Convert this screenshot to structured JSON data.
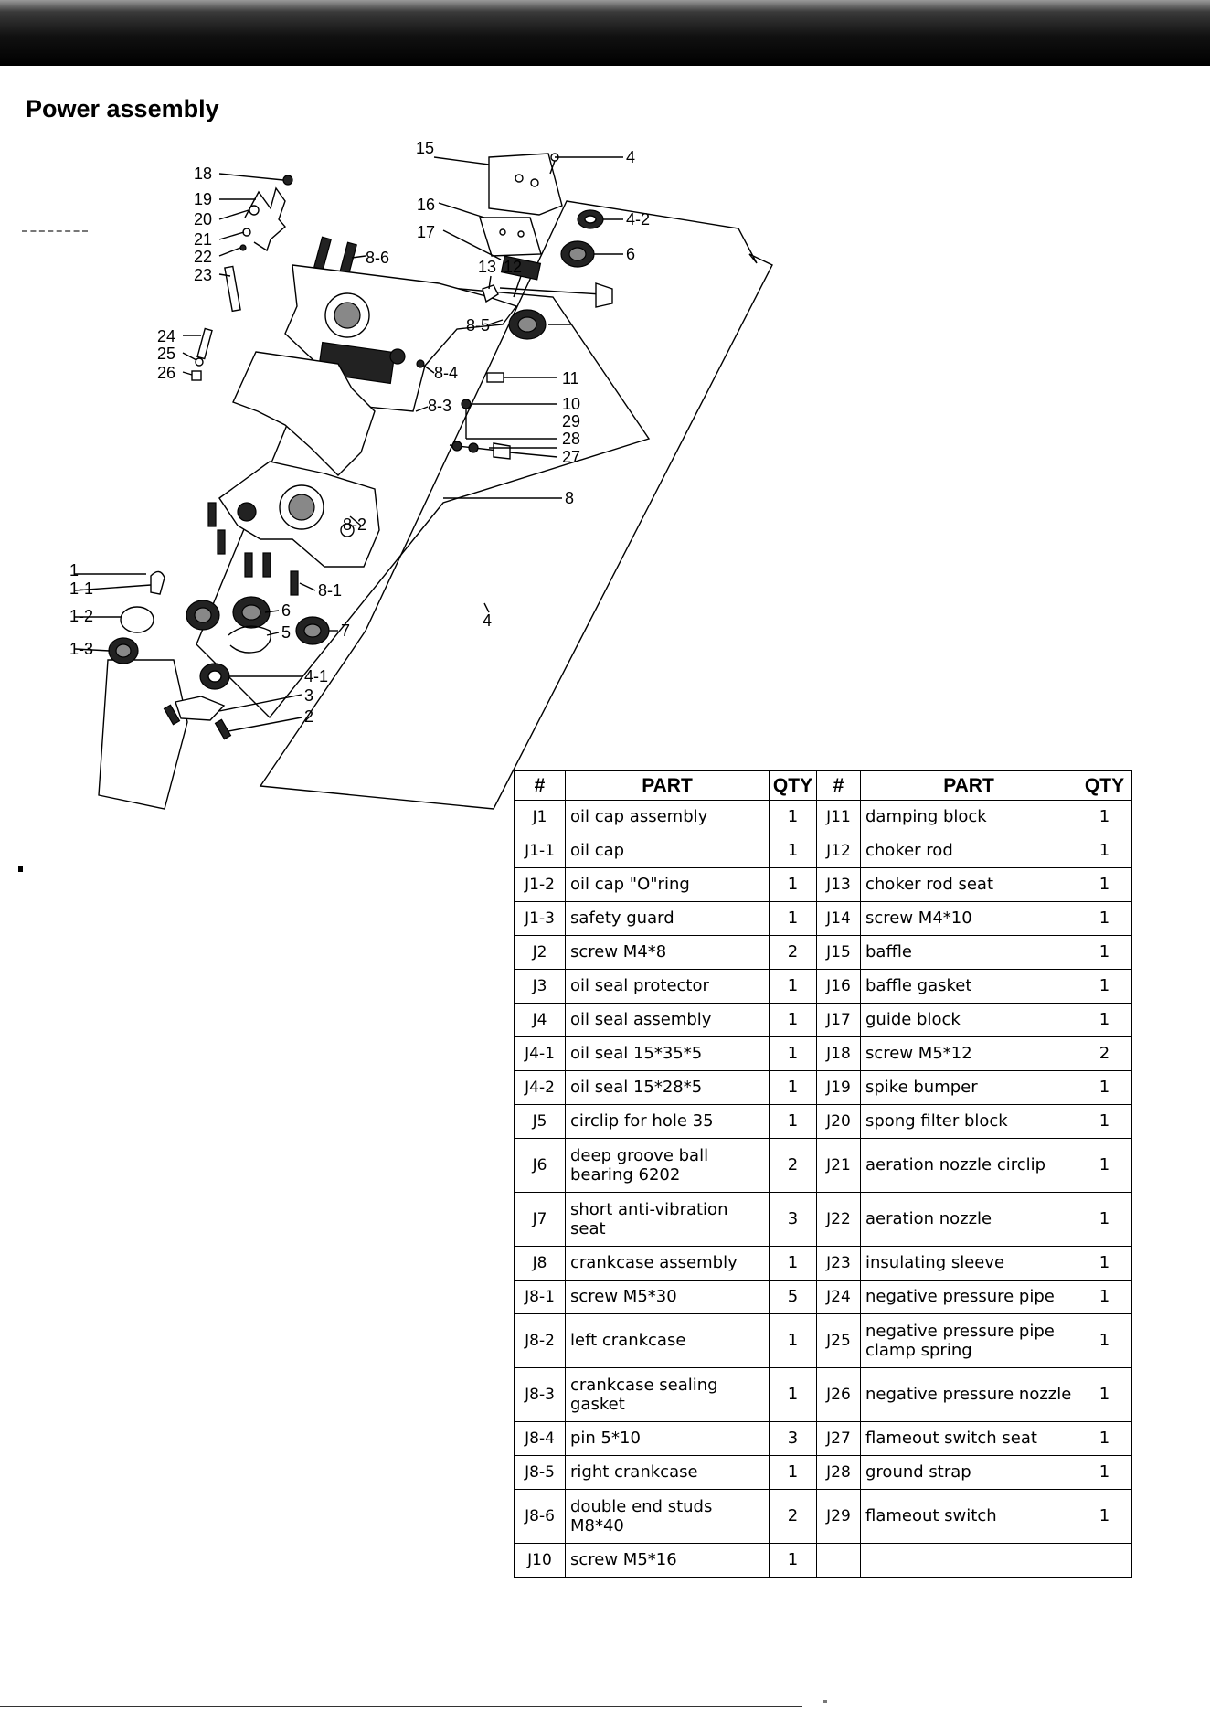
{
  "page": {
    "title": "Power assembly"
  },
  "diagram": {
    "labels": [
      "15",
      "4",
      "16",
      "4-2",
      "6",
      "18",
      "19",
      "20",
      "21",
      "22",
      "17",
      "8-6",
      "23",
      "13",
      "12",
      "8-5",
      "24",
      "25",
      "26",
      "8-4",
      "11",
      "8-3",
      "10",
      "29",
      "28",
      "27",
      "8",
      "8-2",
      "1",
      "1-1",
      "1-2",
      "1-3",
      "8-1",
      "6",
      "5",
      "7",
      "4",
      "4-1",
      "3",
      "2"
    ]
  },
  "parts_table": {
    "headers": [
      "#",
      "PART",
      "QTY",
      "#",
      "PART",
      "QTY"
    ],
    "rows": [
      [
        "J1",
        "oil cap assembly",
        "1",
        "J11",
        "damping block",
        "1"
      ],
      [
        "J1-1",
        "oil cap",
        "1",
        "J12",
        "choker rod",
        "1"
      ],
      [
        "J1-2",
        "oil cap \"O\"ring",
        "1",
        "J13",
        "choker rod seat",
        "1"
      ],
      [
        "J1-3",
        "safety guard",
        "1",
        "J14",
        "screw M4*10",
        "1"
      ],
      [
        "J2",
        "screw M4*8",
        "2",
        "J15",
        "baffle",
        "1"
      ],
      [
        "J3",
        "oil seal protector",
        "1",
        "J16",
        "baffle gasket",
        "1"
      ],
      [
        "J4",
        "oil seal assembly",
        "1",
        "J17",
        "guide block",
        "1"
      ],
      [
        "J4-1",
        "oil seal 15*35*5",
        "1",
        "J18",
        "screw M5*12",
        "2"
      ],
      [
        "J4-2",
        "oil seal 15*28*5",
        "1",
        "J19",
        "spike bumper",
        "1"
      ],
      [
        "J5",
        "circlip for hole 35",
        "1",
        "J20",
        "spong filter block",
        "1"
      ],
      [
        "J6",
        "deep groove ball bearing 6202",
        "2",
        "J21",
        "aeration nozzle circlip",
        "1"
      ],
      [
        "J7",
        "short anti-vibration seat",
        "3",
        "J22",
        "aeration nozzle",
        "1"
      ],
      [
        "J8",
        "crankcase assembly",
        "1",
        "J23",
        "insulating sleeve",
        "1"
      ],
      [
        "J8-1",
        "screw M5*30",
        "5",
        "J24",
        "negative pressure pipe",
        "1"
      ],
      [
        "J8-2",
        "left crankcase",
        "1",
        "J25",
        "negative pressure pipe clamp spring",
        "1"
      ],
      [
        "J8-3",
        "crankcase sealing gasket",
        "1",
        "J26",
        "negative pressure nozzle",
        "1"
      ],
      [
        "J8-4",
        "pin 5*10",
        "3",
        "J27",
        "flameout switch seat",
        "1"
      ],
      [
        "J8-5",
        "right crankcase",
        "1",
        "J28",
        "ground strap",
        "1"
      ],
      [
        "J8-6",
        "double end studs M8*40",
        "2",
        "J29",
        "flameout switch",
        "1"
      ],
      [
        "J10",
        "screw M5*16",
        "1",
        "",
        "",
        ""
      ]
    ]
  }
}
